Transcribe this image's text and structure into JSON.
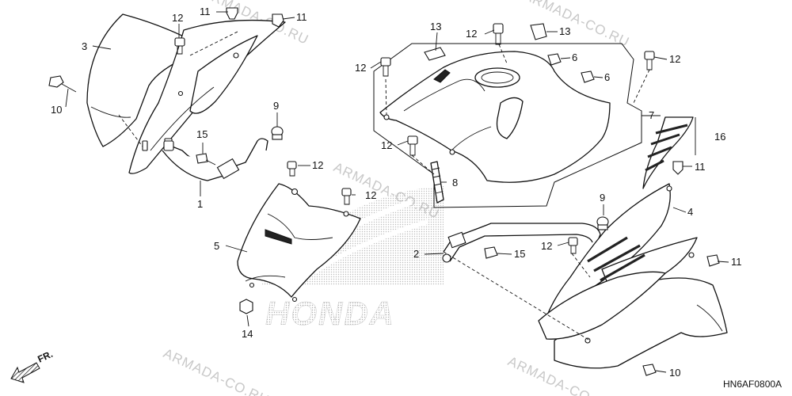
{
  "diagram_code": "HN6AF0800A",
  "direction_label": "FR.",
  "watermark_text": "ARMADA-CO.RU",
  "logo_text": "HONDA",
  "callouts": {
    "c1": "1",
    "c2": "2",
    "c3": "3",
    "c4": "4",
    "c5": "5",
    "c6a": "6",
    "c6b": "6",
    "c7": "7",
    "c8": "8",
    "c9a": "9",
    "c9b": "9",
    "c10a": "10",
    "c10b": "10",
    "c11a": "11",
    "c11b": "11",
    "c11c": "11",
    "c11d": "11",
    "c12a": "12",
    "c12b": "12",
    "c12c": "12",
    "c12d": "12",
    "c12e": "12",
    "c12f": "12",
    "c12g": "12",
    "c12h": "12",
    "c13a": "13",
    "c13b": "13",
    "c14": "14",
    "c15a": "15",
    "c15b": "15",
    "c16": "16"
  },
  "colors": {
    "line": "#111111",
    "watermark": "#c8c8c8",
    "logo_dots": "#b0b0b0"
  }
}
